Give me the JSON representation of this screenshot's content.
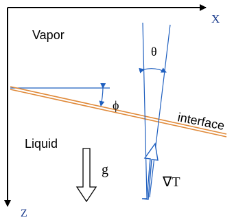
{
  "labels": {
    "vapor": "Vapor",
    "liquid": "Liquid",
    "interface": "interface",
    "x_axis": "X",
    "z_axis": "Z",
    "theta": "θ",
    "phi": "ϕ",
    "gravity": "g",
    "gradient": "∇T"
  },
  "colors": {
    "axis": "#000000",
    "blue": "#1f5fbf",
    "interface": "#e08a3a",
    "axis_label": "#1f3f8f"
  }
}
